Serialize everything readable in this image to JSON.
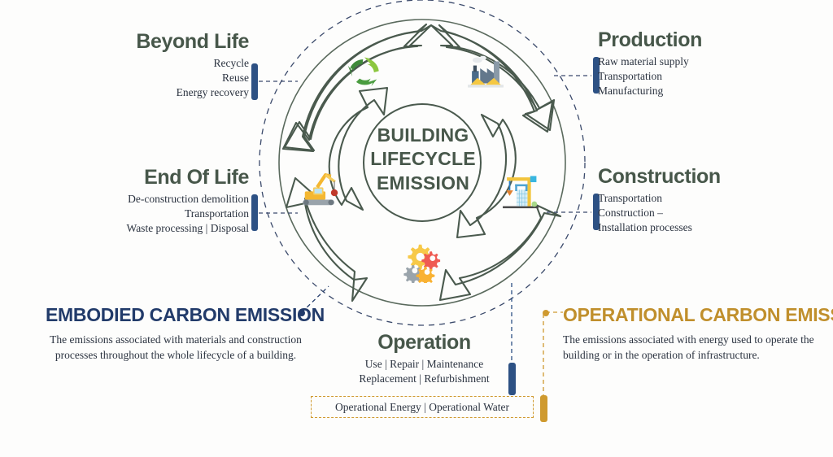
{
  "center": {
    "line1": "BUILDING",
    "line2": "LIFECYCLE",
    "line3": "EMISSION"
  },
  "colors": {
    "heading_green": "#47574a",
    "navy": "#223b6a",
    "bar_blue": "#2d5184",
    "gold": "#c08f2c",
    "bar_gold": "#cf9a2f",
    "body_text": "#2b3340",
    "ring_stroke": "#4a5a4e",
    "background": "#fdfdfc"
  },
  "stages": {
    "beyond_life": {
      "title": "Beyond Life",
      "items_text": "Recycle\nReuse\nEnergy recovery",
      "items": [
        "Recycle",
        "Reuse",
        "Energy recovery"
      ],
      "icon": "recycle-icon"
    },
    "production": {
      "title": "Production",
      "items_text": "Raw material supply\nTransportation\nManufacturing",
      "items": [
        "Raw material supply",
        "Transportation",
        "Manufacturing"
      ],
      "icon": "factory-icon"
    },
    "construction": {
      "title": "Construction",
      "items_text": "Transportation\nConstruction –\nInstallation processes",
      "items": [
        "Transportation",
        "Construction –",
        "Installation processes"
      ],
      "icon": "crane-icon"
    },
    "end_of_life": {
      "title": "End Of Life",
      "items_text": "De-construction demolition\nTransportation\nWaste processing  |  Disposal",
      "items": [
        "De-construction demolition",
        "Transportation",
        "Waste processing  |  Disposal"
      ],
      "icon": "excavator-icon"
    },
    "operation": {
      "title": "Operation",
      "items_text": "Use  |  Repair  |  Maintenance\nReplacement  |  Refurbishment",
      "items": [
        "Use  |  Repair  |  Maintenance",
        "Replacement  |  Refurbishment"
      ],
      "icon": "gears-icon",
      "energy_box": "Operational Energy  |  Operational Water"
    }
  },
  "emissions": {
    "embodied": {
      "title": "EMBODIED CARBON EMISSION",
      "description": "The emissions associated with materials and construction processes throughout the whole lifecycle of a building."
    },
    "operational": {
      "title": "OPERATIONAL CARBON EMISSION",
      "description": "The emissions associated with energy used to operate the building or in the operation of infrastructure."
    }
  }
}
